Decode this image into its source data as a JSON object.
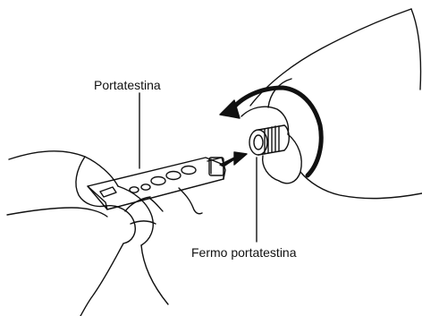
{
  "labels": {
    "headshell": "Portatestina",
    "locknut": "Fermo portatestina"
  },
  "colors": {
    "line": "#111111",
    "background": "#ffffff"
  },
  "icons": {
    "rotation": "curved-rotation-arrow",
    "insert": "insert-direction-arrow"
  }
}
